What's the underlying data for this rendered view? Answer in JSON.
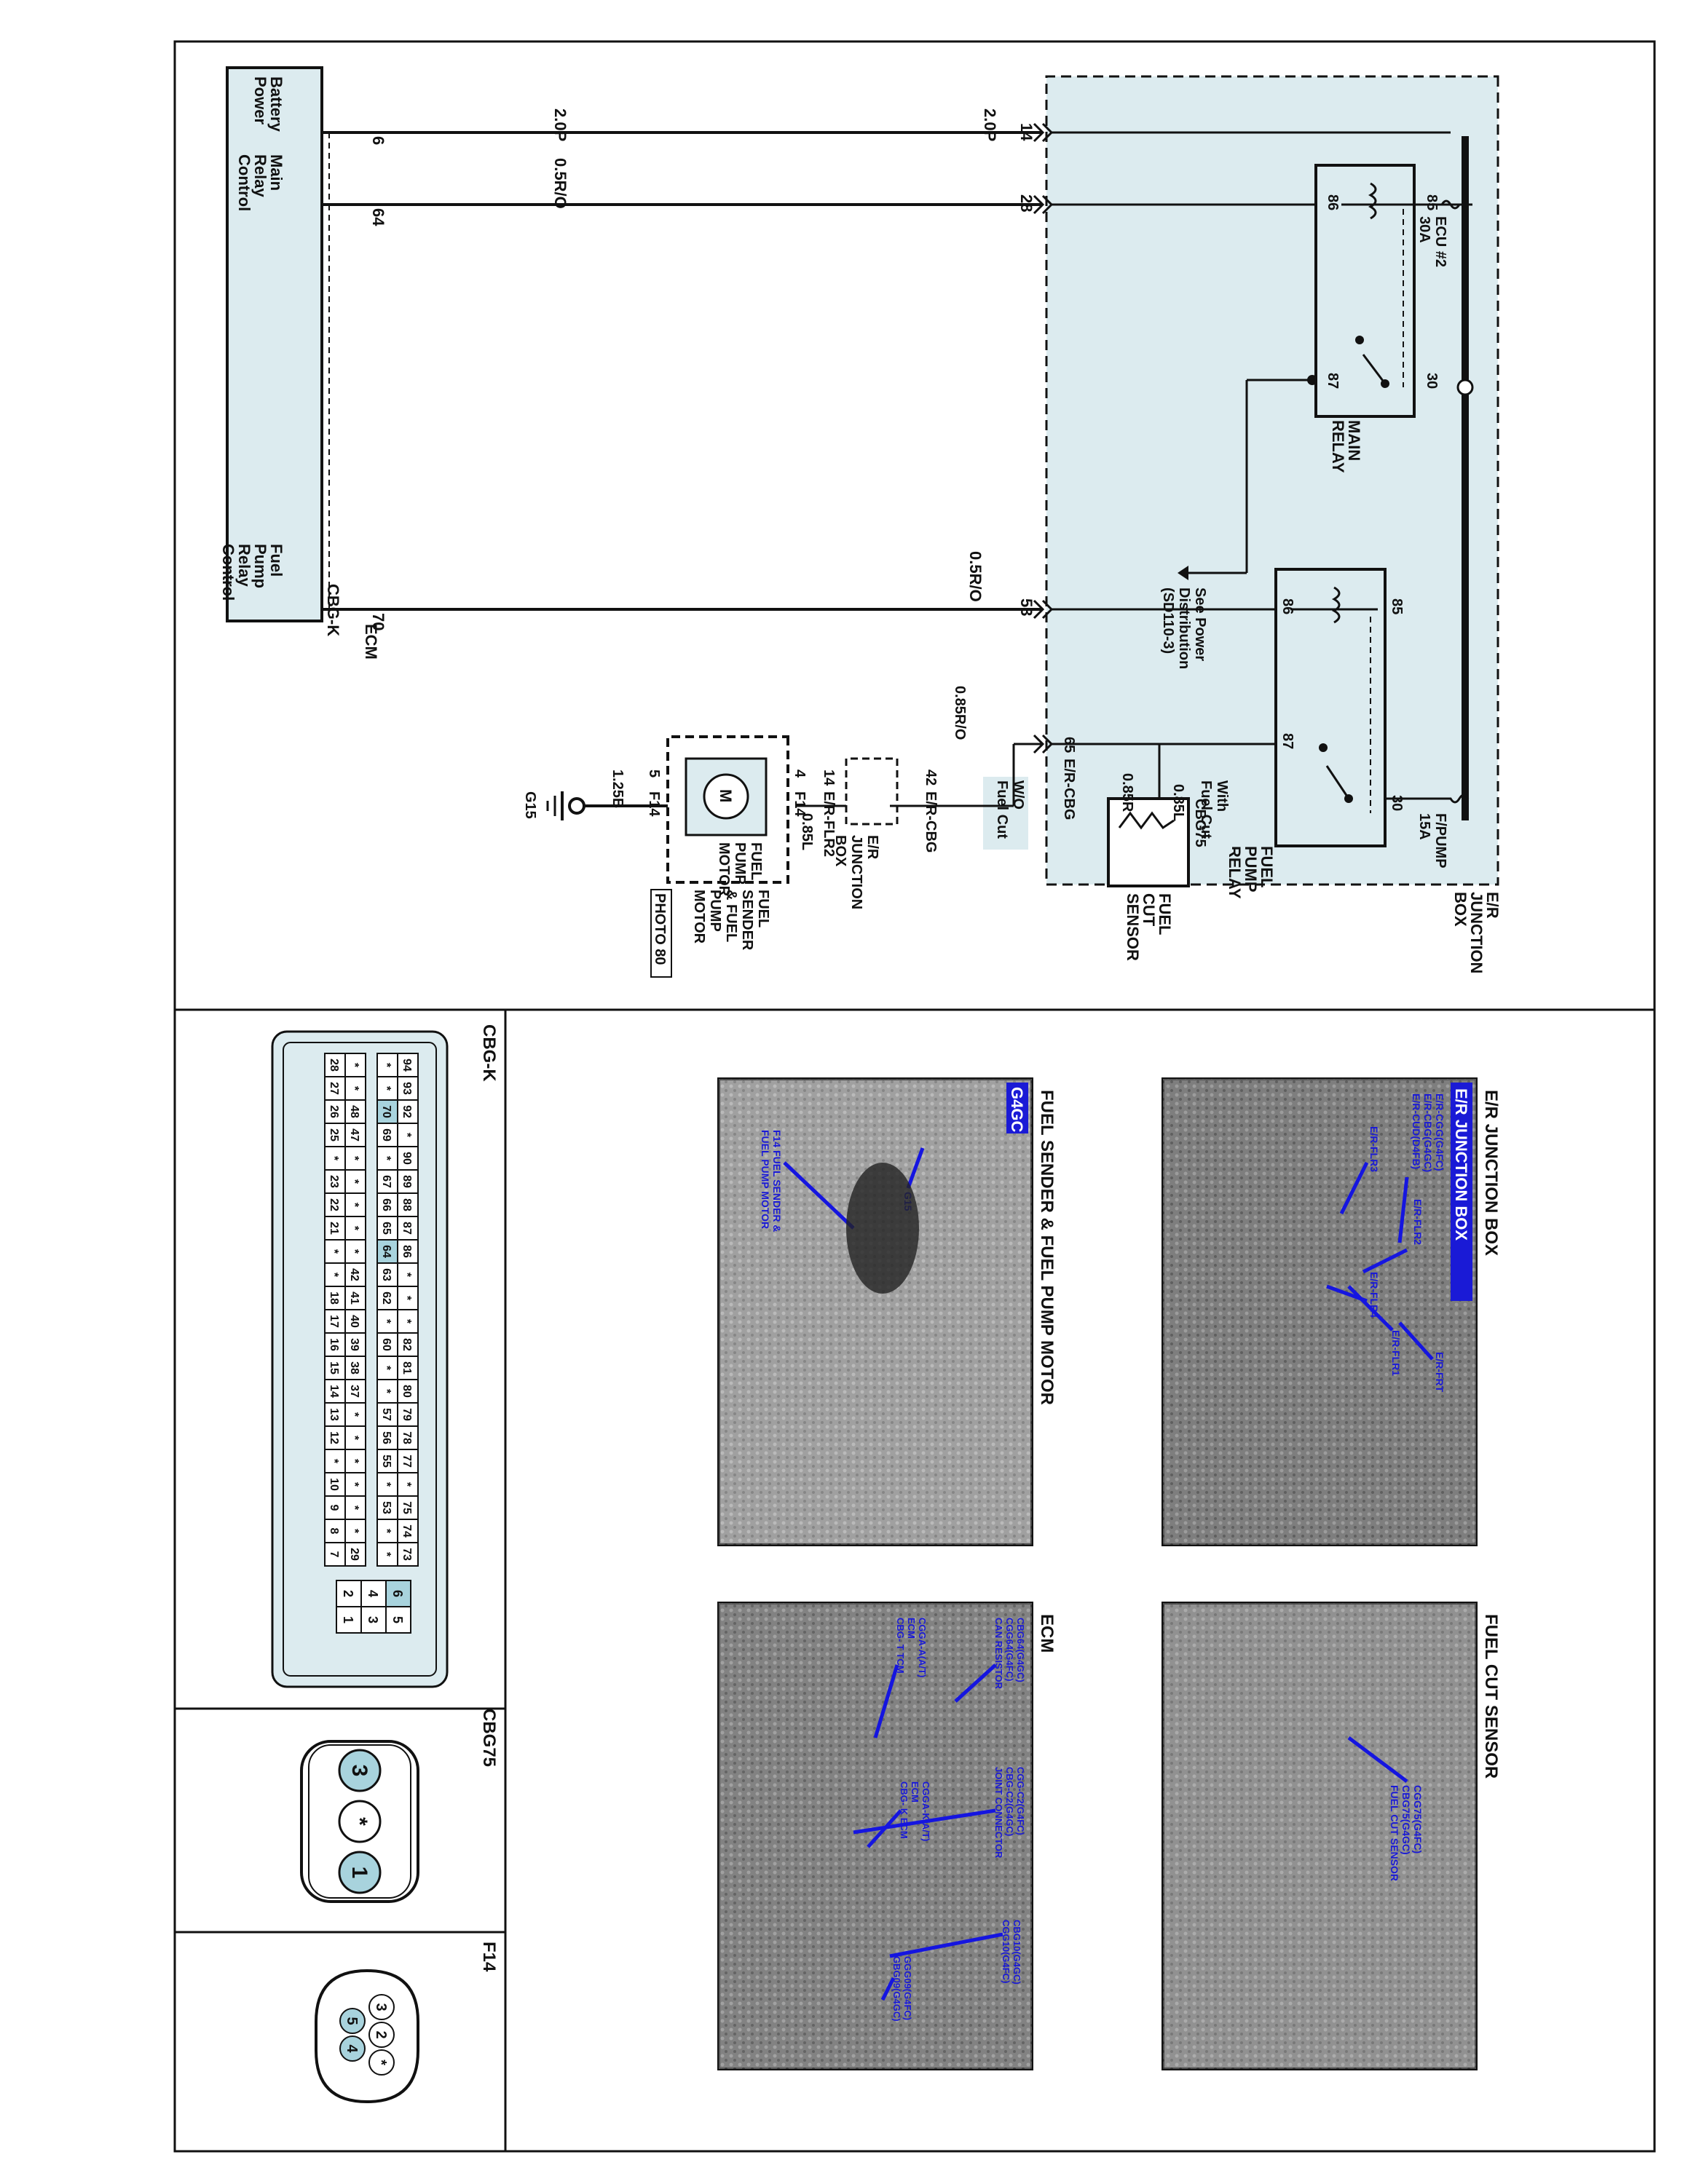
{
  "colors": {
    "line": "#111111",
    "fill": "#dcebef",
    "pin": "#a8d3dd",
    "label_blue": "#1a1ad6",
    "arrow_blue": "#1515e0",
    "photo_bg": "#8a8a8a",
    "photo_dark": "#2a2a2a"
  },
  "schematic": {
    "ecm": {
      "name": "ECM",
      "connector": "CBG-K",
      "pin_labels": [
        "Battery\nPower",
        "Main\nRelay\nControl",
        "Fuel\nPump\nRelay\nControl"
      ],
      "pins": [
        "6",
        "64",
        "70"
      ]
    },
    "wires": [
      {
        "from_pin": "6",
        "to_pin": "14",
        "spec_left": "2.0P",
        "spec_right": "2.0P"
      },
      {
        "from_pin": "64",
        "to_pin": "28",
        "spec_left": "0.5R/O"
      },
      {
        "from_pin": "70",
        "to_pin": "53",
        "spec_mid": "0.5R/O"
      }
    ],
    "junction_box": {
      "name": "E/R\nJUNCTION\nBOX",
      "main_relay": {
        "name": "MAIN\nRELAY",
        "pins": [
          "86",
          "85",
          "87",
          "30"
        ]
      },
      "fuel_pump_relay": {
        "name": "FUEL\nPUMP\nRELAY",
        "pins": [
          "86",
          "85",
          "87",
          "30"
        ]
      },
      "fuses": [
        {
          "name": "ECU #2",
          "rating": "30A"
        },
        {
          "name": "F/PUMP",
          "rating": "15A"
        }
      ],
      "power_note": "See Power\nDistribution\n(SD110-3)"
    },
    "fuel_cut_branch": {
      "option_wo": "W/O\nFuel Cut",
      "option_with": "With\nFuel Cut",
      "er_cbg_pin": "65",
      "er_cbg_label": "E/R-CBG",
      "wire_wo": "0.85R/O",
      "wire_with": "0.85L",
      "sensor": {
        "name": "FUEL\nCUT\nSENSOR",
        "connector": "CBG75",
        "pins": [
          "1",
          "3"
        ]
      },
      "wire_sensor_out": "0.85R"
    },
    "er_cbg_42": {
      "pin": "42",
      "label": "E/R-CBG",
      "box": "E/R\nJUNCTION\nBOX"
    },
    "er_flr2": {
      "pin": "14",
      "label": "E/R-FLR2",
      "wire": "0.85L"
    },
    "fuel_pump": {
      "motor_label": "FUEL\nPUMP\nMOTOR",
      "assy_label": "FUEL\nSENDER\n& FUEL\nPUMP\nMOTOR",
      "photo_ref": "PHOTO 80",
      "symbol": "M",
      "conn_in": {
        "pin": "4",
        "label": "F14"
      },
      "conn_out": {
        "pin": "5",
        "label": "F14"
      }
    },
    "ground": {
      "wire": "1.25B",
      "name": "G15"
    }
  },
  "photos": [
    {
      "title": "E/R JUNCTION BOX",
      "banner": "E/R JUNCTION BOX",
      "labels": [
        "E/R-CGG(G4FC)\nE/R-CBG(G4GC)\nE/R-CUD(D4FB)",
        "E/R-FLR2",
        "E/R-FLR3",
        "E/R-FLR4",
        "E/R-FLR1",
        "E/R-FRT"
      ]
    },
    {
      "title": "FUEL CUT SENSOR",
      "labels": [
        "CGG75(G4FC)\nCBG75(G4GC)\nFUEL CUT SENSOR"
      ]
    },
    {
      "title": "FUEL SENDER & FUEL PUMP MOTOR",
      "banner": "G4GC",
      "labels": [
        "G15",
        "F14 FUEL SENDER &\nFUEL PUMP MOTOR"
      ]
    },
    {
      "title": "ECM",
      "labels": [
        "CBG64(G4GC)\nCGG64(G4FC)\nCAN RESISTOR",
        "CGGA-A(A/T)\nECM\nCBG- T TCM",
        "CGG-C2(G4FC)\nCBG-C2(G4GC)\nJOINT CONNECTOR",
        "CGGA-K(A/T)\nECM\nCBG- K ECM",
        "CBG10(G4GC)\nCGG10(G4FC)",
        "GGG09(G4FC)\nGBG09(G4GC)"
      ]
    }
  ],
  "connectors": [
    {
      "name": "CBG-K",
      "row1": [
        "94",
        "93",
        "92",
        "*",
        "90",
        "89",
        "88",
        "87",
        "86",
        "*",
        "*",
        "*",
        "82",
        "81",
        "80",
        "79",
        "78",
        "77",
        "*",
        "75",
        "74",
        "73"
      ],
      "row2": [
        "*",
        "*",
        "70",
        "69",
        "*",
        "67",
        "66",
        "65",
        "64",
        "63",
        "62",
        "*",
        "60",
        "*",
        "*",
        "57",
        "56",
        "55",
        "*",
        "53",
        "*",
        "*"
      ],
      "row3": [
        "*",
        "*",
        "48",
        "47",
        "*",
        "*",
        "*",
        "*",
        "*",
        "42",
        "41",
        "40",
        "39",
        "38",
        "37",
        "*",
        "*",
        "*",
        "*",
        "*",
        "*",
        "29"
      ],
      "row4": [
        "28",
        "27",
        "26",
        "25",
        "*",
        "23",
        "22",
        "21",
        "*",
        "*",
        "18",
        "17",
        "16",
        "15",
        "14",
        "13",
        "12",
        "*",
        "10",
        "9",
        "8",
        "7"
      ],
      "side": [
        "6",
        "5",
        "4",
        "3",
        "2",
        "1"
      ],
      "highlight": [
        "70",
        "64",
        "6"
      ]
    },
    {
      "name": "CBG75",
      "pins": [
        "3",
        "*",
        "1"
      ]
    },
    {
      "name": "F14",
      "pins_top": [
        "3",
        "2",
        "*"
      ],
      "pins_bottom": [
        "5",
        "4"
      ]
    }
  ]
}
